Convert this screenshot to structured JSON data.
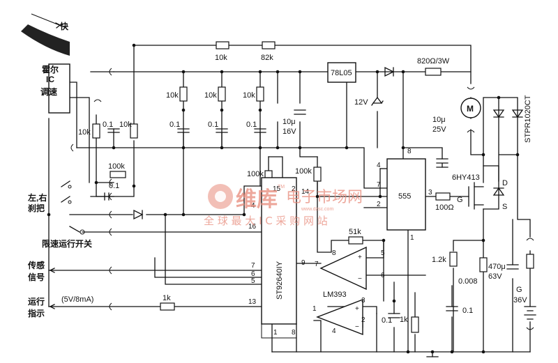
{
  "labels": {
    "speed_fast": "快",
    "hall_ic_line1": "霍尔",
    "hall_ic_line2": "IC",
    "hall_ic_line3": "调速",
    "brake_line1": "左,右",
    "brake_line2": "刹把",
    "limit_switch": "限速运行开关",
    "sensor_line1": "传感",
    "sensor_line2": "信号",
    "run_indicator_spec": "(5V/8mA)",
    "run_indicator_line1": "运行",
    "run_indicator_line2": "指示",
    "battery_g": "G",
    "battery_v": "36V"
  },
  "components": {
    "reg": "78L05",
    "timer": "555",
    "controller": "ST92640IY",
    "comparator": "LM393",
    "mosfet": "6HY413",
    "mosfet_d": "D",
    "mosfet_s": "S",
    "mosfet_g": "G",
    "diode_module": "STPR1020CT",
    "motor": "M",
    "zener": "12V"
  },
  "values": {
    "r_top1": "10k",
    "r_top2": "82k",
    "r_supply": "820Ω/3W",
    "r_pu1": "10k",
    "r_pu2": "10k",
    "r_pu3": "10k",
    "r_hall1": "10k",
    "r_hall2": "10k",
    "c_hall": "0.1",
    "c_1": "0.1",
    "c_2": "0.1",
    "c_3": "0.1",
    "c_reg1": "10μ",
    "c_reg2": "16V",
    "c_555_1": "10μ",
    "c_555_2": "25V",
    "r_100k_a": "100k",
    "c_brake": "0.1",
    "r_100k_b": "100k",
    "r_100k_c": "100k",
    "r_gate": "100Ω",
    "r_51k": "51k",
    "r_12k": "1.2k",
    "c_0008": "0.008",
    "c_470_1": "470μ",
    "c_470_2": "63V",
    "c_01_bot": "0.1",
    "c_cmp": "0.1",
    "r_cmp": "1k",
    "r_ind": "1k"
  },
  "pins": {
    "ic_15": "15",
    "ic_2": "2",
    "ic_14": "14",
    "ic_4": "4",
    "ic_16": "16",
    "ic_7": "7",
    "ic_6": "6",
    "ic_5": "5",
    "ic_13": "13",
    "ic_9": "9",
    "ic_1": "1",
    "ic_8": "8",
    "t_8": "8",
    "t_4": "4",
    "t_7": "7",
    "t_2": "2",
    "t_3": "3",
    "t_1": "1",
    "cmp_8": "8",
    "cmp_7": "7",
    "cmp_5": "5",
    "cmp_6": "6",
    "cmp_1": "1",
    "cmp_3": "3",
    "cmp_2": "2",
    "cmp_4": "4"
  },
  "watermark": {
    "brand": "维库",
    "tm": "TM",
    "title": "电子市场网",
    "url": "www.dzsc.com",
    "slogan": "全 球 最 大 I C 采 购 网 站"
  }
}
